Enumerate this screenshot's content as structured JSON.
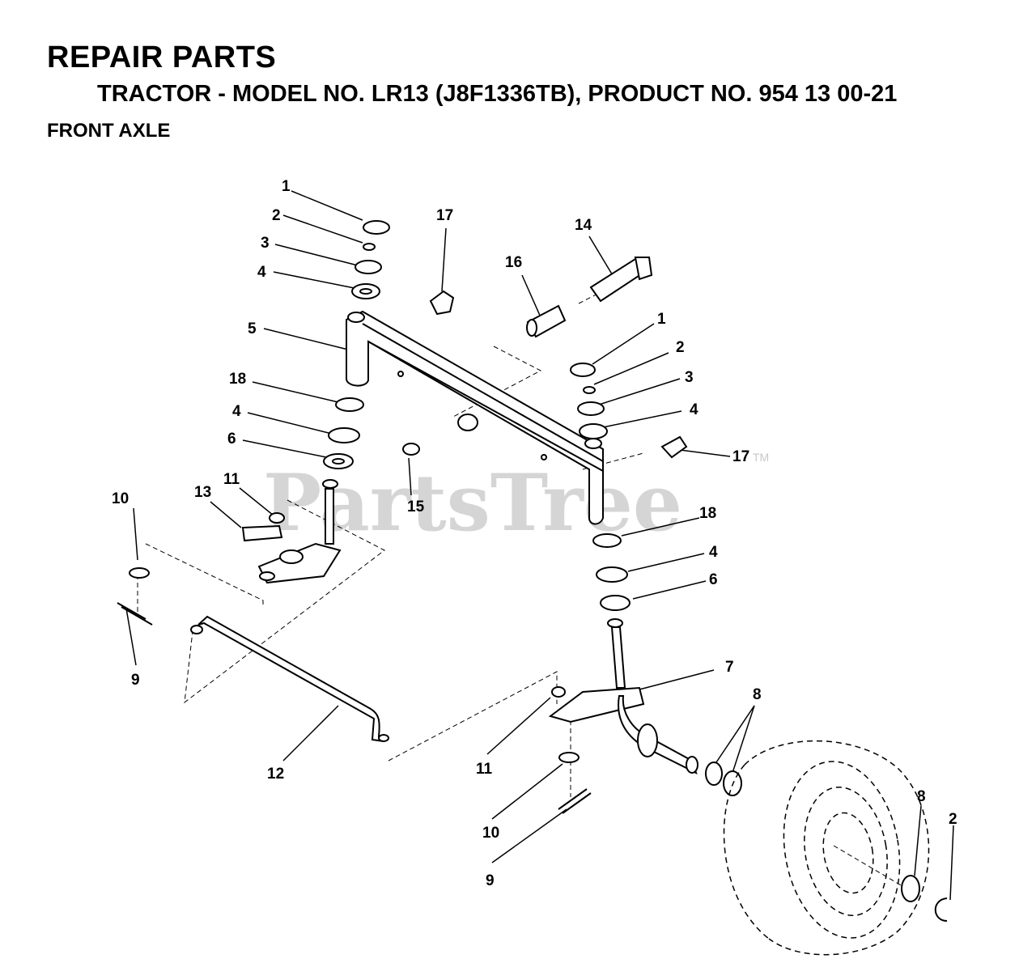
{
  "header": {
    "title": "REPAIR PARTS",
    "subtitle": "TRACTOR - MODEL NO. LR13 (J8F1336TB), PRODUCT NO. 954 13 00-21",
    "section": "FRONT AXLE"
  },
  "watermark": {
    "text": "PartsTree",
    "tm": "TM"
  },
  "callouts": [
    {
      "id": "c1a",
      "label": "1"
    },
    {
      "id": "c2a",
      "label": "2"
    },
    {
      "id": "c3a",
      "label": "3"
    },
    {
      "id": "c4a",
      "label": "4"
    },
    {
      "id": "c5",
      "label": "5"
    },
    {
      "id": "c18a",
      "label": "18"
    },
    {
      "id": "c4b",
      "label": "4"
    },
    {
      "id": "c6a",
      "label": "6"
    },
    {
      "id": "c17a",
      "label": "17"
    },
    {
      "id": "c16",
      "label": "16"
    },
    {
      "id": "c14",
      "label": "14"
    },
    {
      "id": "c1b",
      "label": "1"
    },
    {
      "id": "c2b",
      "label": "2"
    },
    {
      "id": "c3b",
      "label": "3"
    },
    {
      "id": "c4c",
      "label": "4"
    },
    {
      "id": "c17b",
      "label": "17"
    },
    {
      "id": "c15",
      "label": "15"
    },
    {
      "id": "c18b",
      "label": "18"
    },
    {
      "id": "c4d",
      "label": "4"
    },
    {
      "id": "c6b",
      "label": "6"
    },
    {
      "id": "c7",
      "label": "7"
    },
    {
      "id": "c8a",
      "label": "8"
    },
    {
      "id": "c8b",
      "label": "8"
    },
    {
      "id": "c2c",
      "label": "2"
    },
    {
      "id": "c10a",
      "label": "10"
    },
    {
      "id": "c13",
      "label": "13"
    },
    {
      "id": "c11a",
      "label": "11"
    },
    {
      "id": "c9a",
      "label": "9"
    },
    {
      "id": "c12",
      "label": "12"
    },
    {
      "id": "c11b",
      "label": "11"
    },
    {
      "id": "c10b",
      "label": "10"
    },
    {
      "id": "c9b",
      "label": "9"
    }
  ]
}
